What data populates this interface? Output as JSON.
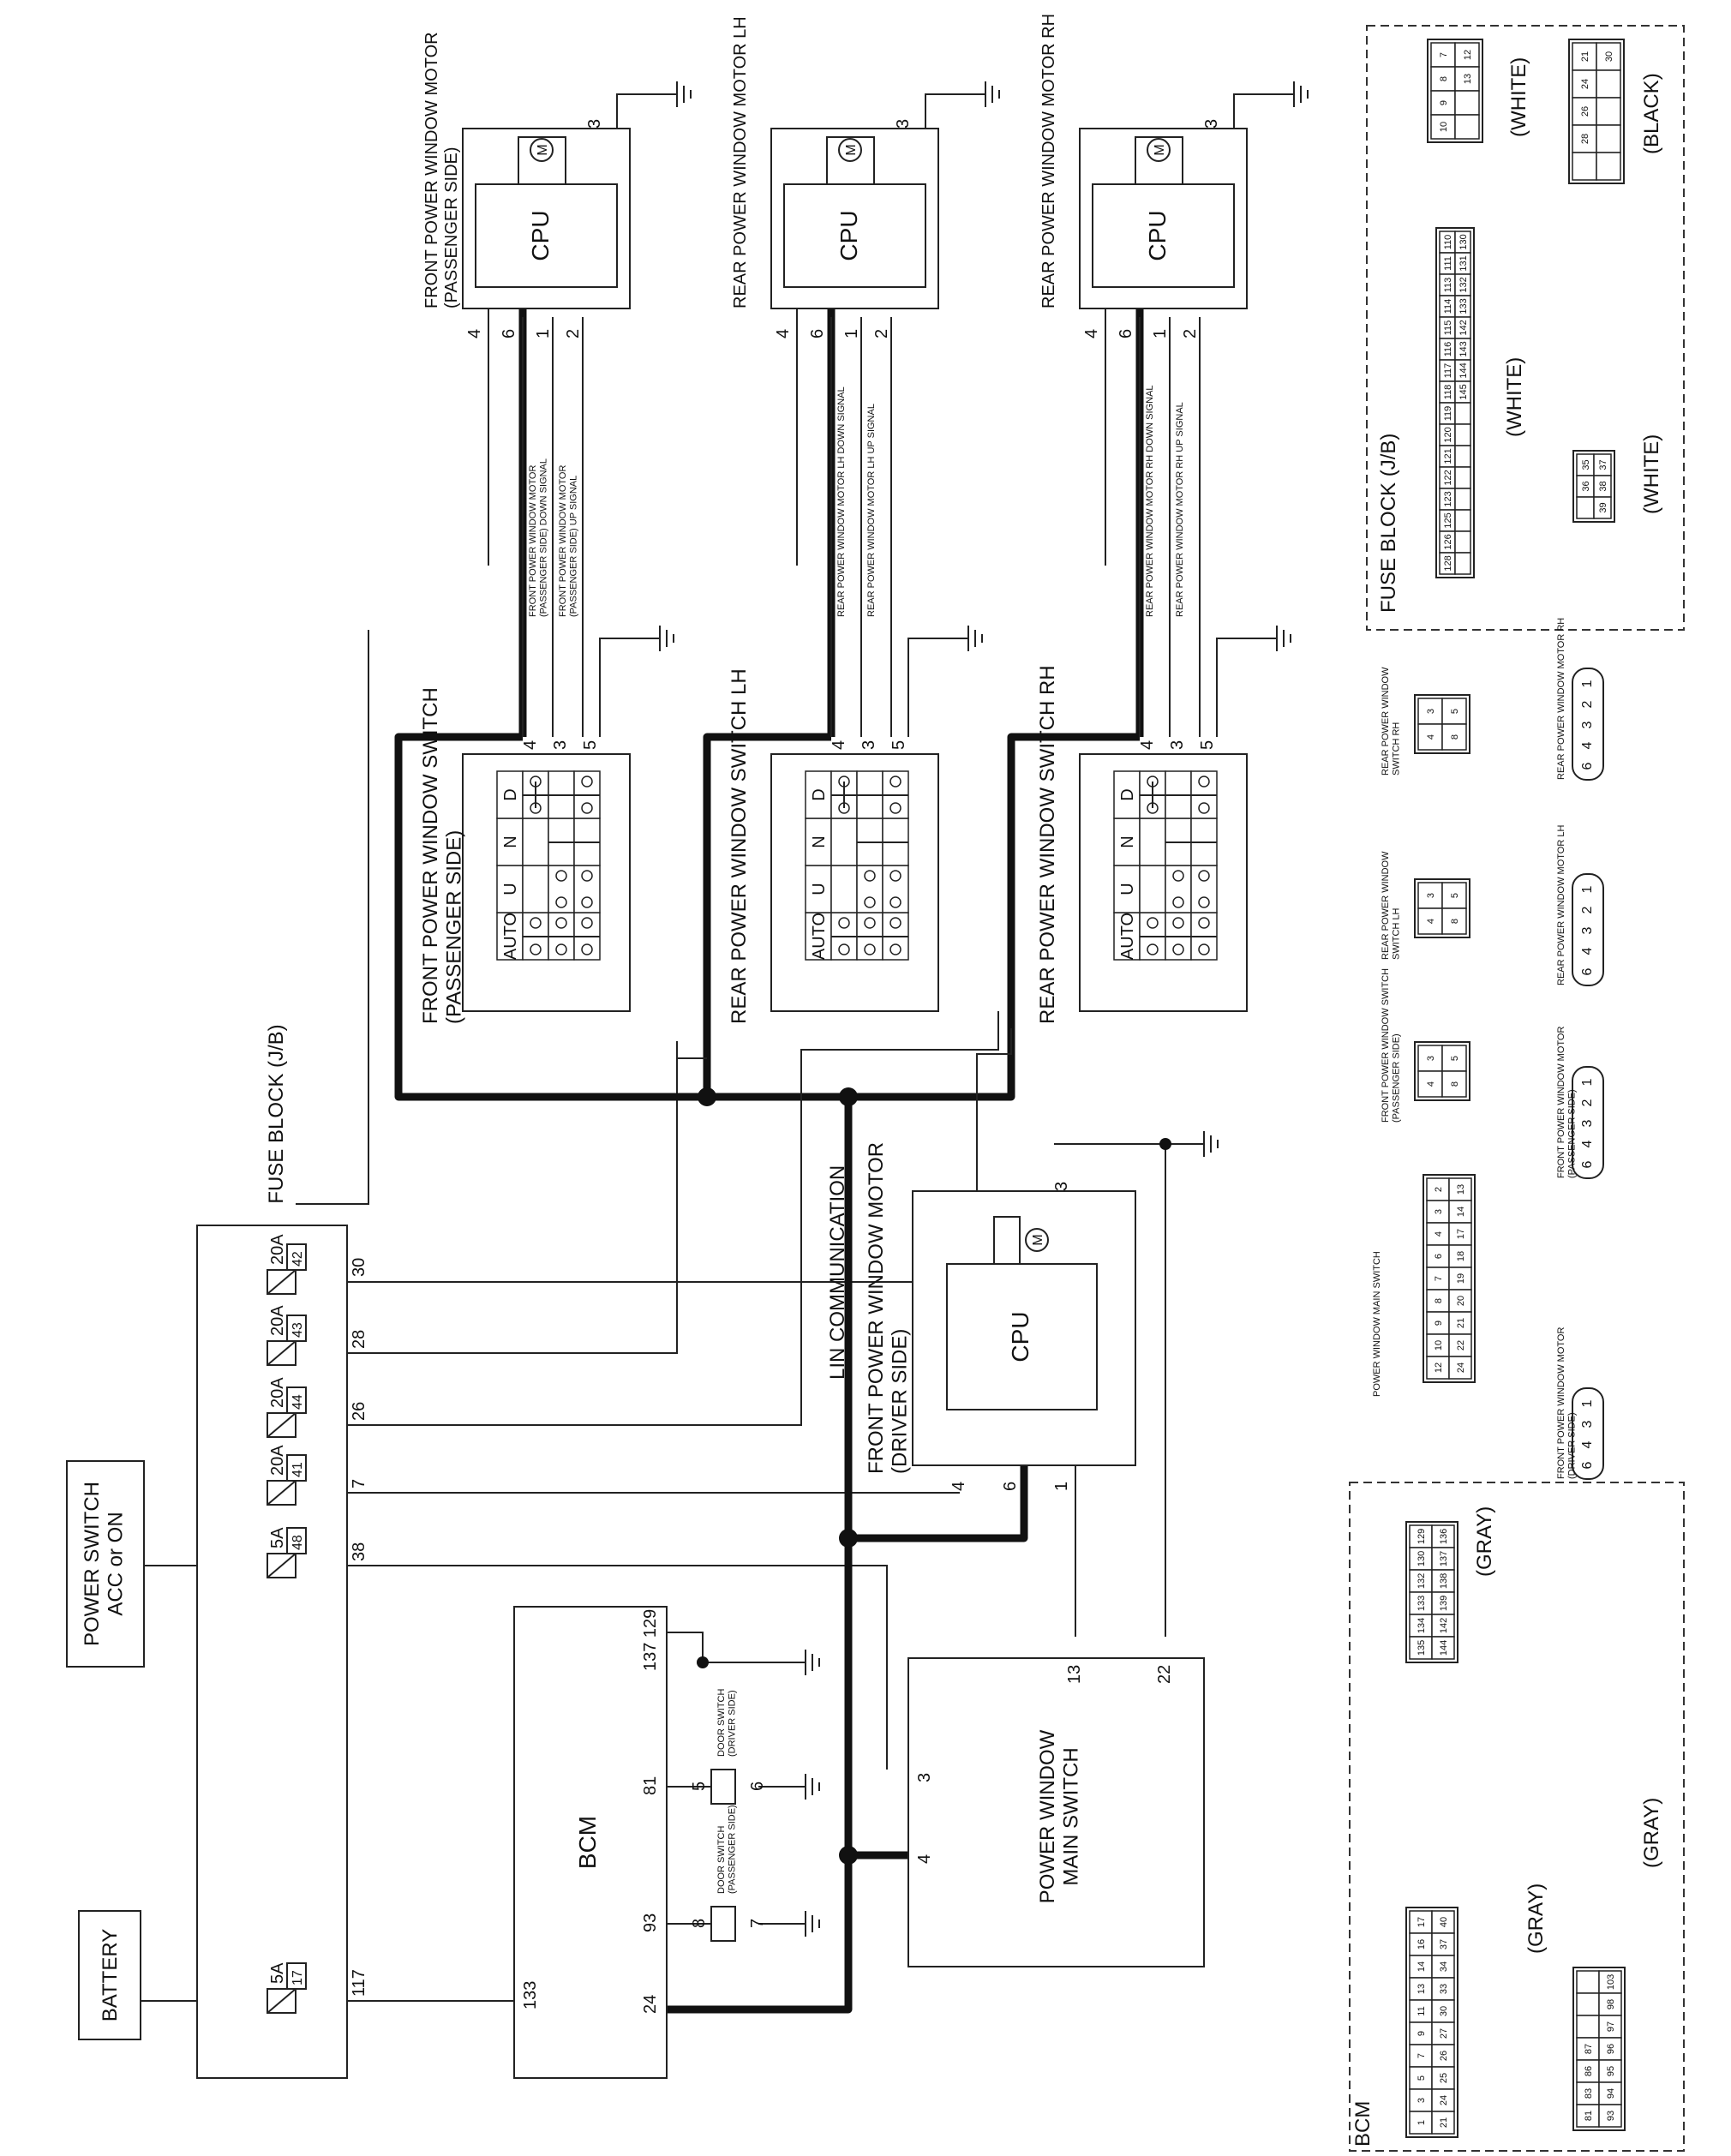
{
  "labels": {
    "battery": "BATTERY",
    "power_switch": "POWER SWITCH\nACC or ON",
    "fuse_block": "FUSE BLOCK (J/B)",
    "bcm": "BCM",
    "power_window_main_switch": "POWER WINDOW\nMAIN SWITCH",
    "lin_communication": "LIN COMMUNICATION",
    "fpwm_driver": "FRONT POWER WINDOW MOTOR\n(DRIVER SIDE)",
    "fpwm_passenger": "FRONT POWER WINDOW MOTOR\n(PASSENGER SIDE)",
    "rpwm_lh": "REAR POWER WINDOW MOTOR LH",
    "rpwm_rh": "REAR POWER WINDOW MOTOR RH",
    "fpws_passenger": "FRONT POWER WINDOW SWITCH\n(PASSENGER SIDE)",
    "rpws_lh": "REAR POWER WINDOW SWITCH LH",
    "rpws_rh": "REAR POWER WINDOW SWITCH RH",
    "cpu": "CPU",
    "motor_symbol": "M",
    "door_switch_driver": "DOOR SWITCH\n(DRIVER SIDE)",
    "door_switch_passenger": "DOOR SWITCH\n(PASSENGER SIDE)",
    "switch_positions": [
      "AUTO",
      "U",
      "N",
      "D"
    ]
  },
  "signals": {
    "fp_down": "FRONT POWER WINDOW MOTOR\n(PASSENGER SIDE) DOWN SIGNAL",
    "fp_up": "FRONT POWER WINDOW MOTOR\n(PASSENGER SIDE) UP SIGNAL",
    "rl_down": "REAR POWER WINDOW MOTOR LH DOWN SIGNAL",
    "rl_up": "REAR POWER WINDOW MOTOR LH UP SIGNAL",
    "rr_down": "REAR POWER WINDOW MOTOR RH DOWN SIGNAL",
    "rr_up": "REAR POWER WINDOW MOTOR RH UP SIGNAL"
  },
  "fuses": [
    {
      "amp": "5A",
      "num": "17"
    },
    {
      "amp": "5A",
      "num": "48"
    },
    {
      "amp": "20A",
      "num": "41"
    },
    {
      "amp": "20A",
      "num": "44"
    },
    {
      "amp": "20A",
      "num": "43"
    },
    {
      "amp": "20A",
      "num": "42"
    }
  ],
  "pins": {
    "fb_117": "117",
    "fb_38": "38",
    "fb_7": "7",
    "fb_26": "26",
    "fb_28": "28",
    "fb_30": "30",
    "bcm_133": "133",
    "bcm_24": "24",
    "bcm_93": "93",
    "bcm_81": "81",
    "bcm_137_129": "137 129",
    "ds_8": "8",
    "ds_7": "7",
    "ds_5": "5",
    "ds_6": "6",
    "ms_3": "3",
    "ms_4": "4",
    "ms_13": "13",
    "ms_22": "22",
    "fd_4": "4",
    "fd_6": "6",
    "fd_1": "1",
    "fd_3": "3",
    "m_4": "4",
    "m_6": "6",
    "m_1": "1",
    "m_2": "2",
    "m_3": "3",
    "sw_4": "4",
    "sw_3": "3",
    "sw_5": "5"
  },
  "connectors": {
    "bcm_title": "BCM",
    "gray": "(GRAY)",
    "bcm_a_row1": [
      "1",
      "3",
      "5",
      "7",
      "9",
      "11",
      "13",
      "14",
      "16",
      "17"
    ],
    "bcm_a_row2": [
      "21",
      "24",
      "25",
      "26",
      "27",
      "30",
      "33",
      "34",
      "37",
      "40"
    ],
    "bcm_b_row1": [
      "81",
      "83",
      "86",
      "87"
    ],
    "bcm_b_row2": [
      "93",
      "94",
      "95",
      "96",
      "97",
      "98",
      "103"
    ],
    "bcm_c_row1": [
      "129",
      "130",
      "132",
      "133",
      "134",
      "135"
    ],
    "bcm_c_row2": [
      "136",
      "137",
      "138",
      "139",
      "142",
      "144"
    ],
    "fb_title": "FUSE BLOCK (J/B)",
    "white": "(WHITE)",
    "black": "(BLACK)",
    "fb_a_row1": [
      "110",
      "111",
      "113",
      "114",
      "115",
      "116",
      "117",
      "118",
      "119",
      "120",
      "121",
      "122",
      "123",
      "125",
      "126",
      "128"
    ],
    "fb_a_row2": [
      "130",
      "131",
      "132",
      "133",
      "142",
      "143",
      "144",
      "145"
    ],
    "fb_b": [
      "35",
      "36",
      "37",
      "38",
      "39"
    ],
    "fb_c_row1": [
      "7",
      "8",
      "9",
      "10"
    ],
    "fb_c_row2": [
      "12",
      "13"
    ],
    "fb_d_row1": [
      "21",
      "24",
      "26",
      "28"
    ],
    "fb_d_row2": [
      "30"
    ],
    "pwms_name": "POWER WINDOW MAIN SWITCH",
    "pwms_row1": [
      "2",
      "3",
      "4",
      "6",
      "7",
      "8",
      "9",
      "10",
      "12"
    ],
    "pwms_row2": [
      "13",
      "14",
      "17",
      "18",
      "19",
      "20",
      "21",
      "22",
      "24"
    ],
    "fpws_ps_name": "FRONT POWER WINDOW SWITCH\n(PASSENGER SIDE)",
    "rpws_lh_name": "REAR POWER WINDOW\nSWITCH LH",
    "rpws_rh_name": "REAR POWER WINDOW\nSWITCH RH",
    "sw_pins": [
      "3",
      "4",
      "5",
      "8"
    ],
    "fpwm_ds_name": "FRONT POWER WINDOW MOTOR\n(DRIVER SIDE)",
    "fpwm_ps_name": "FRONT POWER WINDOW MOTOR\n(PASSENGER SIDE)",
    "rpwm_lh_name": "REAR POWER WINDOW MOTOR LH",
    "rpwm_rh_name": "REAR POWER WINDOW MOTOR RH",
    "motor_pins_ds": [
      "1",
      "3",
      "4",
      "6"
    ],
    "motor_pins": [
      "1",
      "2",
      "3",
      "4",
      "6"
    ]
  }
}
